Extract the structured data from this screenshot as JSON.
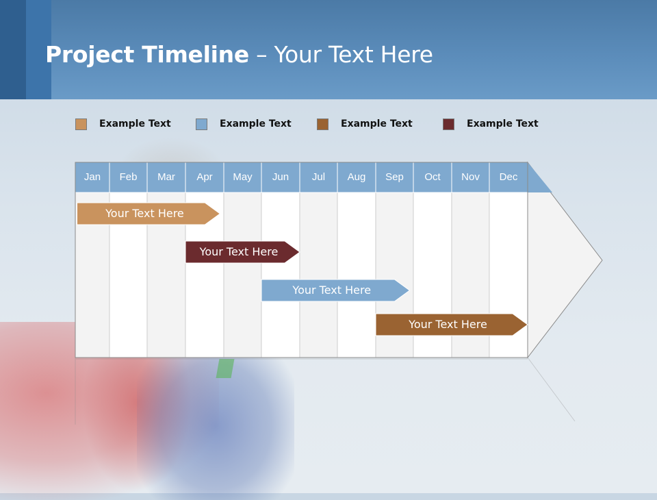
{
  "title": {
    "bold": "Project Timeline",
    "rest": " – Your Text Here"
  },
  "legend": [
    {
      "label": "Example Text",
      "color": "#c9935e"
    },
    {
      "label": "Example Text",
      "color": "#7fa9cf"
    },
    {
      "label": "Example Text",
      "color": "#9a6332"
    },
    {
      "label": "Example Text",
      "color": "#6b2b2e"
    }
  ],
  "timeline": {
    "months": [
      "Jan",
      "Feb",
      "Mar",
      "Apr",
      "May",
      "Jun",
      "Jul",
      "Aug",
      "Sep",
      "Oct",
      "Nov",
      "Dec"
    ],
    "header_color": "#7fa9cf",
    "tasks": [
      {
        "label": "Your  Text Here",
        "start": 0.05,
        "end": 3.9,
        "color": "#c9935e"
      },
      {
        "label": "Your  Text Here",
        "start": 3.0,
        "end": 6.0,
        "color": "#6b2b2e"
      },
      {
        "label": "Your  Text Here",
        "start": 5.0,
        "end": 8.9,
        "color": "#7fa9cf"
      },
      {
        "label": "Your  Text Here",
        "start": 8.0,
        "end": 12.0,
        "color": "#9a6332"
      }
    ]
  }
}
